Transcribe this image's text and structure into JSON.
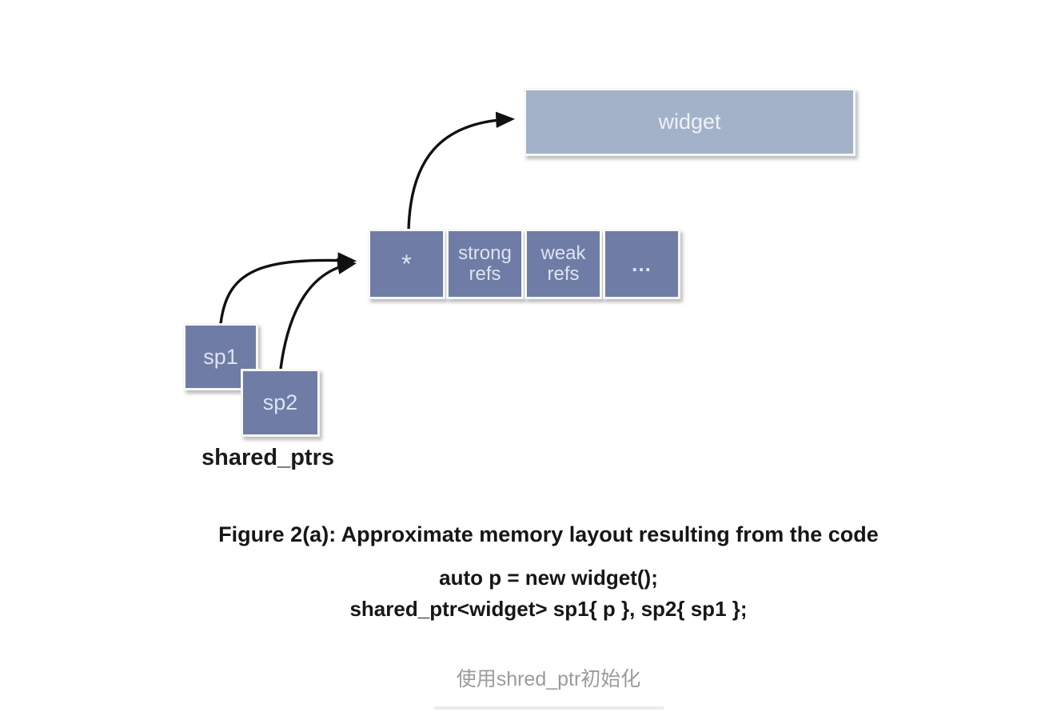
{
  "diagram": {
    "widget_box": {
      "label": "widget"
    },
    "control_block": {
      "cells": [
        {
          "label": "*"
        },
        {
          "label": "strong\nrefs"
        },
        {
          "label": "weak\nrefs"
        },
        {
          "label": "..."
        }
      ]
    },
    "pointers": {
      "sp1_label": "sp1",
      "sp2_label": "sp2",
      "group_label": "shared_ptrs"
    },
    "arrows": [
      {
        "name": "sp1-to-control-block"
      },
      {
        "name": "sp2-to-control-block"
      },
      {
        "name": "pointer-cell-to-widget"
      }
    ]
  },
  "caption": {
    "title": "Figure 2(a): Approximate memory layout resulting from the code",
    "code_lines": [
      "auto p = new widget();",
      "shared_ptr<widget> sp1{ p }, sp2{ sp1 };"
    ]
  },
  "footer": {
    "text": "使用shred_ptr初始化"
  },
  "colors": {
    "cell_fill": "#6f7ca5",
    "widget_fill": "#a3b2c8",
    "box_border": "#f7f7f7",
    "box_text": "#dde4f2",
    "arrow": "#111111",
    "caption_text": "#161616",
    "footer_text": "#9b9b9b",
    "divider": "#ececec"
  }
}
